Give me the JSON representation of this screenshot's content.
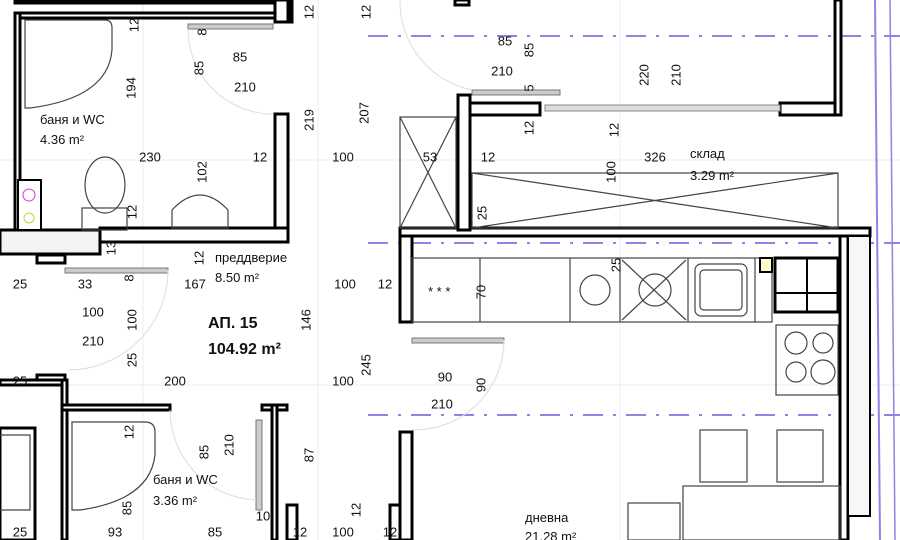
{
  "apartment": {
    "name": "АП. 15",
    "area": "104.92 m²"
  },
  "rooms": {
    "bath1": {
      "name": "баня и WC",
      "area": "4.36 m²"
    },
    "hall": {
      "name": "преддверие",
      "area": "8.50 m²"
    },
    "storage": {
      "name": "склад",
      "area": "3.29 m²"
    },
    "bath2": {
      "name": "баня и WC",
      "area": "3.36 m²"
    },
    "living": {
      "name": "дневна",
      "area": "21.28 m²"
    }
  },
  "dims": [
    "12",
    "8",
    "85",
    "85",
    "210",
    "194",
    "230",
    "12",
    "219",
    "207",
    "100",
    "102",
    "12",
    "12",
    "12",
    "53",
    "13",
    "12",
    "25",
    "33",
    "8",
    "167",
    "100",
    "12",
    "100",
    "210",
    "100",
    "146",
    "25",
    "200",
    "100",
    "245",
    "25",
    "90",
    "210",
    "90",
    "12",
    "85",
    "210",
    "87",
    "85",
    "93",
    "85",
    "25",
    "10",
    "12",
    "100",
    "12",
    "12",
    "85",
    "85",
    "210",
    "5",
    "220",
    "210",
    "12",
    "12",
    "12",
    "326",
    "100",
    "25",
    "70",
    "25"
  ],
  "kitchen_marks": "* * *",
  "colors": {
    "walls": "#000000",
    "axis_lines": "#8a86e8"
  }
}
